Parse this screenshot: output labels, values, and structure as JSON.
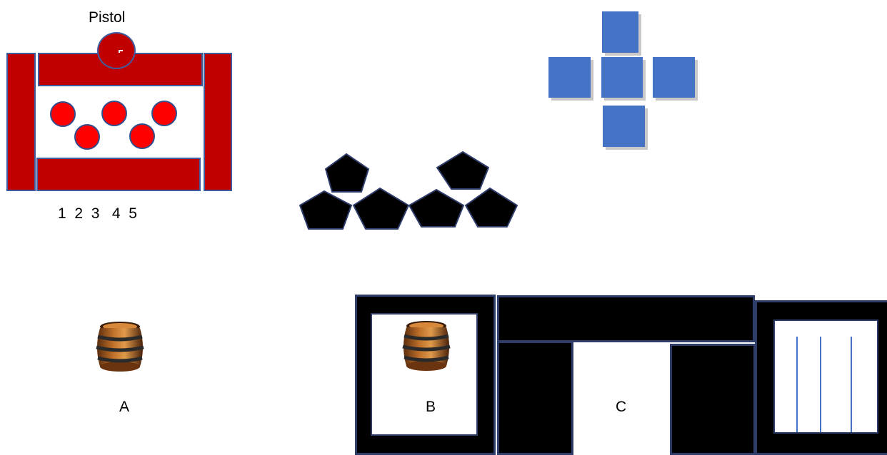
{
  "pistol": {
    "label": "Pistol",
    "slot_numbers": "1  2  3   4  5"
  },
  "labels": {
    "a": "A",
    "b": "B",
    "c": "C"
  },
  "colors": {
    "rig_red": "#c00000",
    "hole_red": "#ff0000",
    "outline_blue": "#3f5d9e",
    "square_blue": "#4472c4",
    "room_black": "#000000"
  },
  "icons": {
    "barrel": "barrel-icon",
    "pentagon": "pentagon-icon",
    "square": "square-icon"
  }
}
